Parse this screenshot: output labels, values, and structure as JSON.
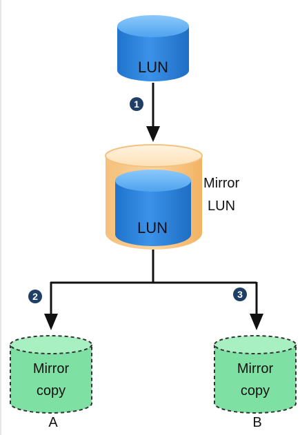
{
  "diagram": {
    "source": {
      "label": "LUN"
    },
    "mirror": {
      "label_line1": "Mirror",
      "label_line2": "LUN",
      "inner_label": "LUN"
    },
    "copies": [
      {
        "label_line1": "Mirror",
        "label_line2": "copy",
        "caption": "A"
      },
      {
        "label_line1": "Mirror",
        "label_line2": "copy",
        "caption": "B"
      }
    ],
    "steps": [
      "1",
      "2",
      "3"
    ]
  },
  "colors": {
    "lun_blue": "#2f86e0",
    "lun_blue_light": "#6cb4f5",
    "mirror_orange": "#f6b765",
    "mirror_orange_light": "#fde3bd",
    "copy_green": "#7fe0a4",
    "copy_green_top": "#a8efc2",
    "step_badge": "#1f3f66",
    "line": "#111111"
  }
}
